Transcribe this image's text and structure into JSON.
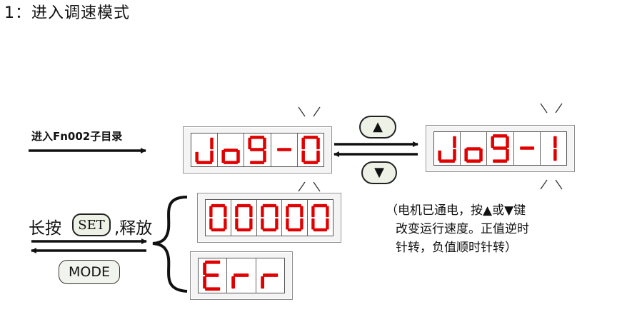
{
  "title": "1：进入调速模式",
  "enter_label": "进入Fn002子目录",
  "displays": {
    "jog0": "Jog-0",
    "jog1": "Jog-1",
    "zeros": "00000",
    "err": "Err"
  },
  "buttons": {
    "up": "▲",
    "down": "▼",
    "set": "SET",
    "mode": "MODE"
  },
  "set_label": {
    "before": "长按",
    "after": ",释放"
  },
  "note": {
    "line1": "（电机已通电，按▲或▼键",
    "line2": "改变运行速度。正值逆时",
    "line3": "针转，负值顺时针转）"
  },
  "colors": {
    "segment": "#e00000",
    "button_fill": "#eef2e6"
  }
}
